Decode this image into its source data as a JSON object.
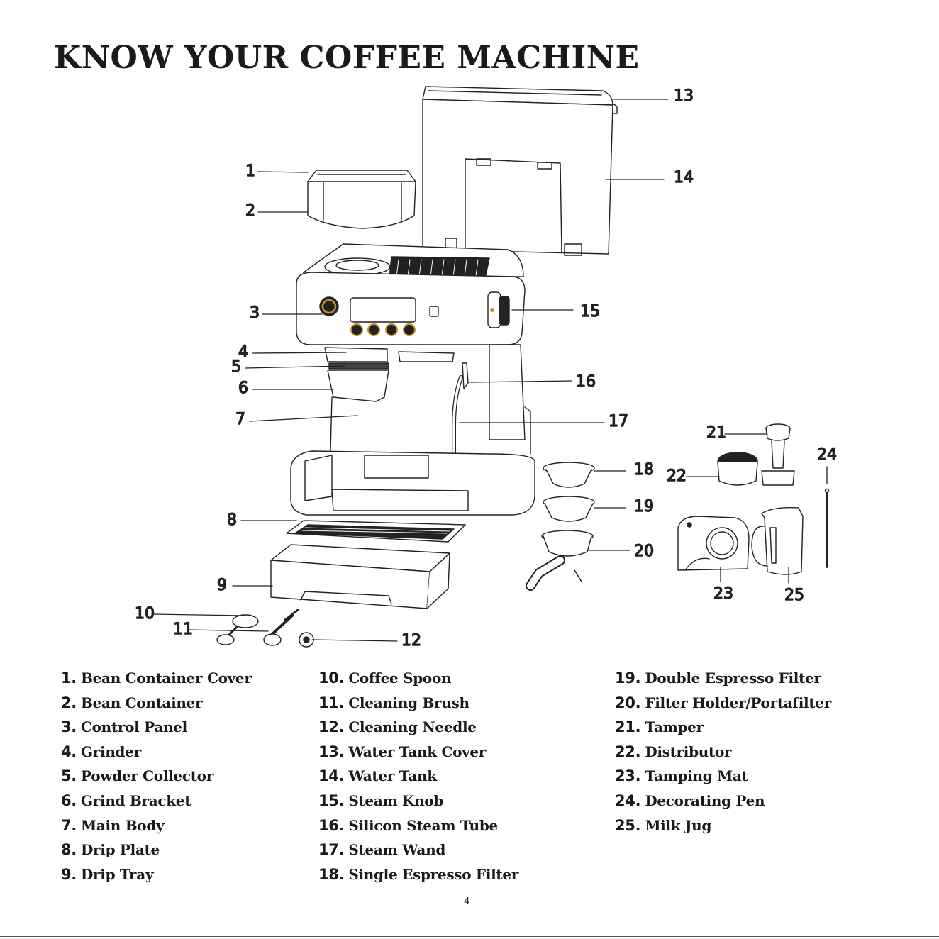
{
  "title": "KNOW YOUR COFFEE MACHINE",
  "page_number": "4",
  "callouts": [
    "1",
    "2",
    "3",
    "4",
    "5",
    "6",
    "7",
    "8",
    "9",
    "10",
    "11",
    "12",
    "13",
    "14",
    "15",
    "16",
    "17",
    "18",
    "19",
    "20",
    "21",
    "22",
    "23",
    "24",
    "25"
  ],
  "parts": [
    {
      "num": "1.",
      "name": "Bean Container Cover"
    },
    {
      "num": "2.",
      "name": "Bean Container"
    },
    {
      "num": "3.",
      "name": "Control Panel"
    },
    {
      "num": "4.",
      "name": "Grinder"
    },
    {
      "num": "5.",
      "name": "Powder Collector"
    },
    {
      "num": "6.",
      "name": "Grind Bracket"
    },
    {
      "num": "7.",
      "name": "Main Body"
    },
    {
      "num": "8.",
      "name": "Drip Plate"
    },
    {
      "num": "9.",
      "name": "Drip Tray"
    },
    {
      "num": "10.",
      "name": "Coffee Spoon"
    },
    {
      "num": "11.",
      "name": "Cleaning Brush"
    },
    {
      "num": "12.",
      "name": "Cleaning Needle"
    },
    {
      "num": "13.",
      "name": "Water Tank Cover"
    },
    {
      "num": "14.",
      "name": "Water Tank"
    },
    {
      "num": "15.",
      "name": "Steam Knob"
    },
    {
      "num": "16.",
      "name": "Silicon Steam Tube"
    },
    {
      "num": "17.",
      "name": "Steam Wand"
    },
    {
      "num": "18.",
      "name": "Single Espresso Filter"
    },
    {
      "num": "19.",
      "name": "Double Espresso Filter"
    },
    {
      "num": "20.",
      "name": "Filter Holder/Portafilter"
    },
    {
      "num": "21.",
      "name": "Tamper"
    },
    {
      "num": "22.",
      "name": "Distributor"
    },
    {
      "num": "23.",
      "name": "Tamping Mat"
    },
    {
      "num": "24.",
      "name": "Decorating Pen"
    },
    {
      "num": "25.",
      "name": "Milk Jug"
    }
  ],
  "colors": {
    "ink": "#1a1a1a",
    "accent": "#c8912a"
  }
}
